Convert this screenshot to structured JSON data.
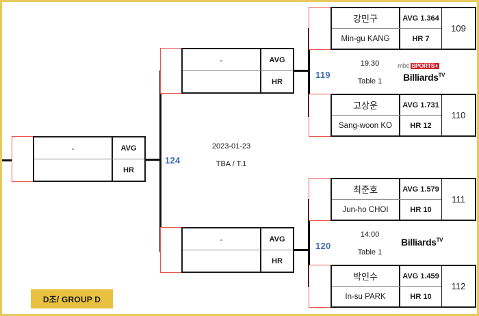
{
  "bracket": {
    "group_label": "D조/ GROUP D",
    "accent_color": "#e9c141",
    "border_color": "#e9c95e",
    "match_number_color": "#3d6fb5",
    "score_box_color": "#e8544a",
    "placeholder_name": "-",
    "stat_labels": {
      "avg": "AVG",
      "hr": "HR"
    }
  },
  "final": {
    "name": "-",
    "avg_label": "AVG",
    "hr_label": "HR"
  },
  "semifinal": {
    "match_number": "124",
    "date": "2023-01-23",
    "venue": "TBA / T.1",
    "top": {
      "name": "-",
      "avg_label": "AVG",
      "hr_label": "HR"
    },
    "bottom": {
      "name": "-",
      "avg_label": "AVG",
      "hr_label": "HR"
    }
  },
  "matches": [
    {
      "match_number": "119",
      "time": "19:30",
      "table": "Table 1",
      "broadcasters": [
        "mbc-sports-plus",
        "billiards-tv"
      ],
      "players": [
        {
          "name_kr": "강민구",
          "name_en": "Min-gu KANG",
          "avg": "AVG 1.364",
          "hr": "HR 7",
          "seed": "109"
        },
        {
          "name_kr": "고상운",
          "name_en": "Sang-woon KO",
          "avg": "AVG 1.731",
          "hr": "HR 12",
          "seed": "110"
        }
      ]
    },
    {
      "match_number": "120",
      "time": "14:00",
      "table": "Table 1",
      "broadcasters": [
        "billiards-tv"
      ],
      "players": [
        {
          "name_kr": "최준호",
          "name_en": "Jun-ho CHOI",
          "avg": "AVG 1.579",
          "hr": "HR 10",
          "seed": "111"
        },
        {
          "name_kr": "박인수",
          "name_en": "In-su PARK",
          "avg": "AVG 1.459",
          "hr": "HR 10",
          "seed": "112"
        }
      ]
    }
  ],
  "logos": {
    "mbc_text": "mbc",
    "mbc_sports_text": "SPORTS+",
    "billiards_text": "Billiards",
    "billiards_sup": "TV"
  }
}
